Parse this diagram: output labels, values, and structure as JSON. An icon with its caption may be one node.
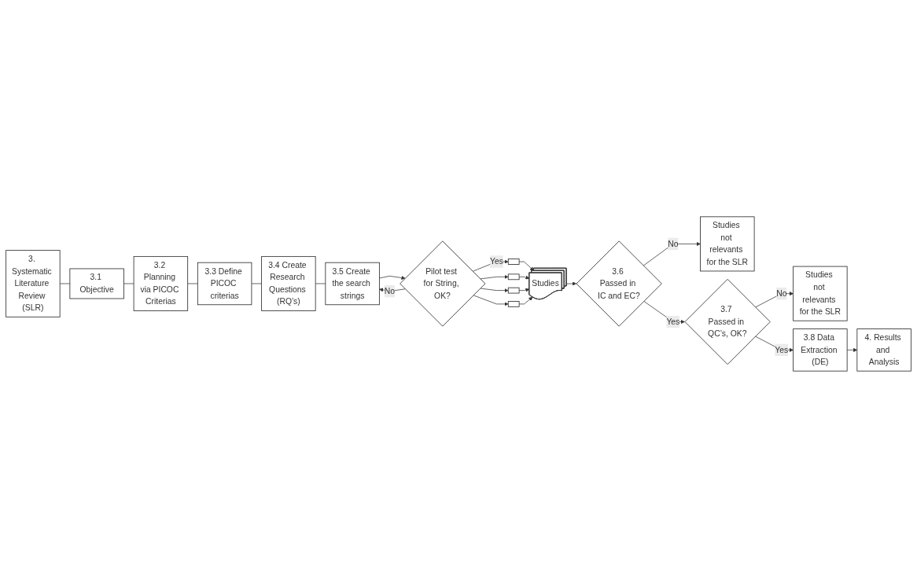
{
  "diagram": {
    "nodes": [
      {
        "text": [
          "3. Systematic Literature Review (SLR)"
        ]
      },
      {
        "text": [
          "3.1 Objective"
        ]
      },
      {
        "text": [
          "3.2 Planning via PICOC Criterias"
        ]
      },
      {
        "text": [
          "3.3 Define PICOC criterias"
        ]
      },
      {
        "text": [
          "3.4 Create Research Questions (RQ’s)"
        ]
      },
      {
        "text": [
          "3.5 Create the search strings"
        ]
      },
      {
        "text": [
          "Pilot test for String, OK?"
        ]
      },
      {
        "text": [],
        "shape": "box"
      },
      {
        "text": [],
        "shape": "box"
      },
      {
        "text": [],
        "shape": "box"
      },
      {
        "text": [],
        "shape": "box"
      },
      {
        "text": [
          "Studies"
        ]
      },
      {
        "text": [
          "3.6 Passed in IC and EC?"
        ]
      },
      {
        "text": [
          "Studies not relevants for the SLR"
        ]
      },
      {
        "text": [
          "3.7 Passed in QC’s, OK?"
        ]
      },
      {
        "text": [
          "Studies not relevants for the SLR"
        ]
      },
      {
        "text": [
          "3.8 Data Extraction (DE)"
        ]
      },
      {
        "text": [
          "4. Results and Analysis"
        ]
      }
    ],
    "edges": [
      {
        "from": 0,
        "to": 1,
        "arrow": "none"
      },
      {
        "from": 1,
        "to": 2,
        "arrow": "none"
      },
      {
        "from": 2,
        "to": 3,
        "arrow": "none"
      },
      {
        "from": 3,
        "to": 4,
        "arrow": "none"
      },
      {
        "from": 4,
        "to": 5,
        "arrow": "none"
      },
      {
        "from": 5,
        "to": 6,
        "arrow": "to"
      },
      {
        "from": 6,
        "to": 5,
        "label": "No",
        "arrow": "to"
      },
      {
        "from": 6,
        "to": 7,
        "label": "Yes",
        "arrow": "to"
      },
      {
        "from": 6,
        "to": 8,
        "arrow": "to"
      },
      {
        "from": 6,
        "to": 9,
        "arrow": "to"
      },
      {
        "from": 6,
        "to": 10,
        "arrow": "to"
      },
      {
        "from": 7,
        "to": 11,
        "arrow": "to"
      },
      {
        "from": 8,
        "to": 11,
        "arrow": "to"
      },
      {
        "from": 9,
        "to": 11,
        "arrow": "to"
      },
      {
        "from": 10,
        "to": 11,
        "arrow": "to"
      },
      {
        "from": 11,
        "to": 12,
        "arrow": "to"
      },
      {
        "from": 12,
        "to": 13,
        "label": "No",
        "arrow": "to"
      },
      {
        "from": 12,
        "to": 14,
        "label": "Yes",
        "arrow": "to"
      },
      {
        "from": 14,
        "to": 15,
        "label": "No",
        "arrow": "to"
      },
      {
        "from": 14,
        "to": 16,
        "label": "Yes",
        "arrow": "to"
      },
      {
        "from": 16,
        "to": 17,
        "arrow": "to"
      }
    ]
  }
}
